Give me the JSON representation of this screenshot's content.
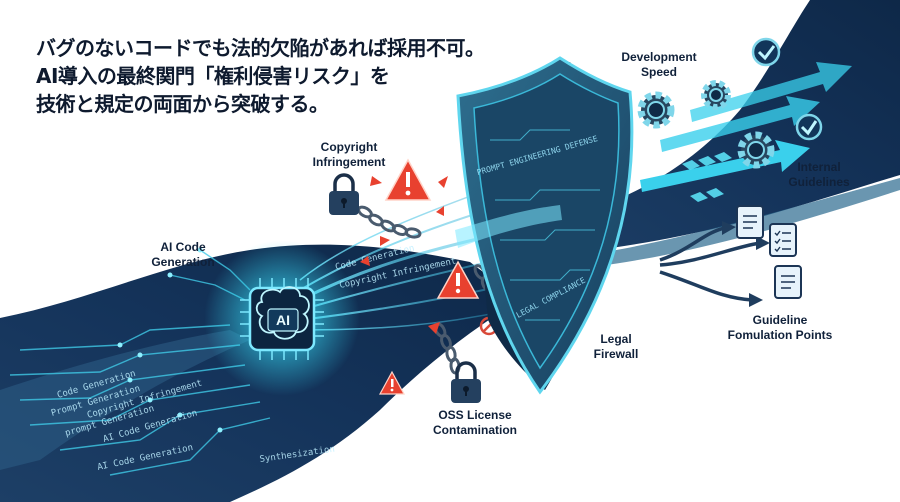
{
  "headline": {
    "line1": "バグのないコードでも法的欠陥があれば採用不可。",
    "line2": "AI導入の最終関門「権利侵害リスク」を",
    "line3": "技術と規定の両面から突破する。"
  },
  "labels": {
    "ai_code_generation": {
      "line1": "AI Code",
      "line2": "Generation"
    },
    "copyright_infringement": {
      "line1": "Copyright",
      "line2": "Infringement"
    },
    "oss_license_contamination": {
      "line1": "OSS License",
      "line2": "Contamination"
    },
    "legal_firewall": {
      "line1": "Legal",
      "line2": "Firewall"
    },
    "development_speed": {
      "line1": "Development",
      "line2": "Speed"
    },
    "internal_guidelines": {
      "line1": "Internal",
      "line2": "Guidelines"
    },
    "guideline_points": {
      "line1": "Guideline",
      "line2": "Fomulation Points"
    }
  },
  "chip_text": "AI",
  "shield_text": {
    "top": "PROMPT ENGINEERING DEFENSE",
    "bottom": "LEGAL COMPLIANCE"
  },
  "stream_text": [
    "Code Generation",
    "Prompt Generation",
    "Copyright Infringement",
    "prompt Generation",
    "AI Code Generation",
    "Synthesization"
  ],
  "icons": [
    "brain-chip-icon",
    "shield-icon",
    "padlock-icon",
    "warning-icon",
    "no-entry-icon",
    "gear-icon",
    "checkmark-icon",
    "document-icon",
    "arrow-icon"
  ],
  "colors": {
    "navy": "#12294a",
    "dark_navy": "#0b1c33",
    "cyan": "#36d6f0",
    "teal": "#1fa5c4",
    "warning_red": "#e8412f",
    "text": "#10213a"
  }
}
